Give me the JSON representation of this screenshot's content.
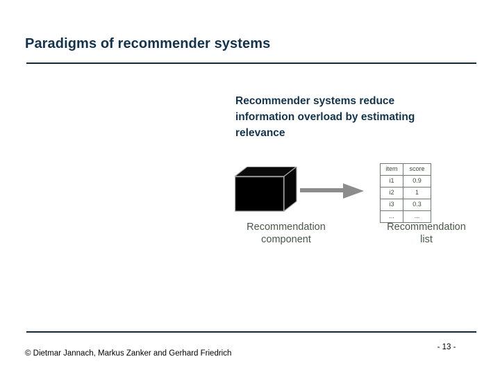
{
  "slide": {
    "title": "Paradigms of recommender systems",
    "headline": "Recommender systems reduce information overload by estimating relevance",
    "accent_color": "#13344e",
    "rule_color": "#14293a",
    "background_color": "#ffffff"
  },
  "figure": {
    "box": {
      "label": "recommendation-engine-box",
      "fill_color": "#000000",
      "edge_color": "#9a9a9a"
    },
    "arrow": {
      "direction": "right",
      "color": "#8c8c8c"
    },
    "captions": {
      "left_line1": "Recommendation",
      "left_line2": "component",
      "right_line1": "Recommendation",
      "right_line2": "list",
      "color": "#49574a"
    },
    "table": {
      "headers": [
        "item",
        "score"
      ],
      "rows": [
        [
          "i1",
          "0.9"
        ],
        [
          "i2",
          "1"
        ],
        [
          "i3",
          "0.3"
        ],
        [
          "...",
          "..."
        ]
      ],
      "border_color": "#6d7a6d",
      "text_color": "#3e4a3e"
    }
  },
  "footer": {
    "copyright": "© Dietmar Jannach, Markus Zanker and Gerhard Friedrich",
    "page_number": "- 13 -"
  }
}
